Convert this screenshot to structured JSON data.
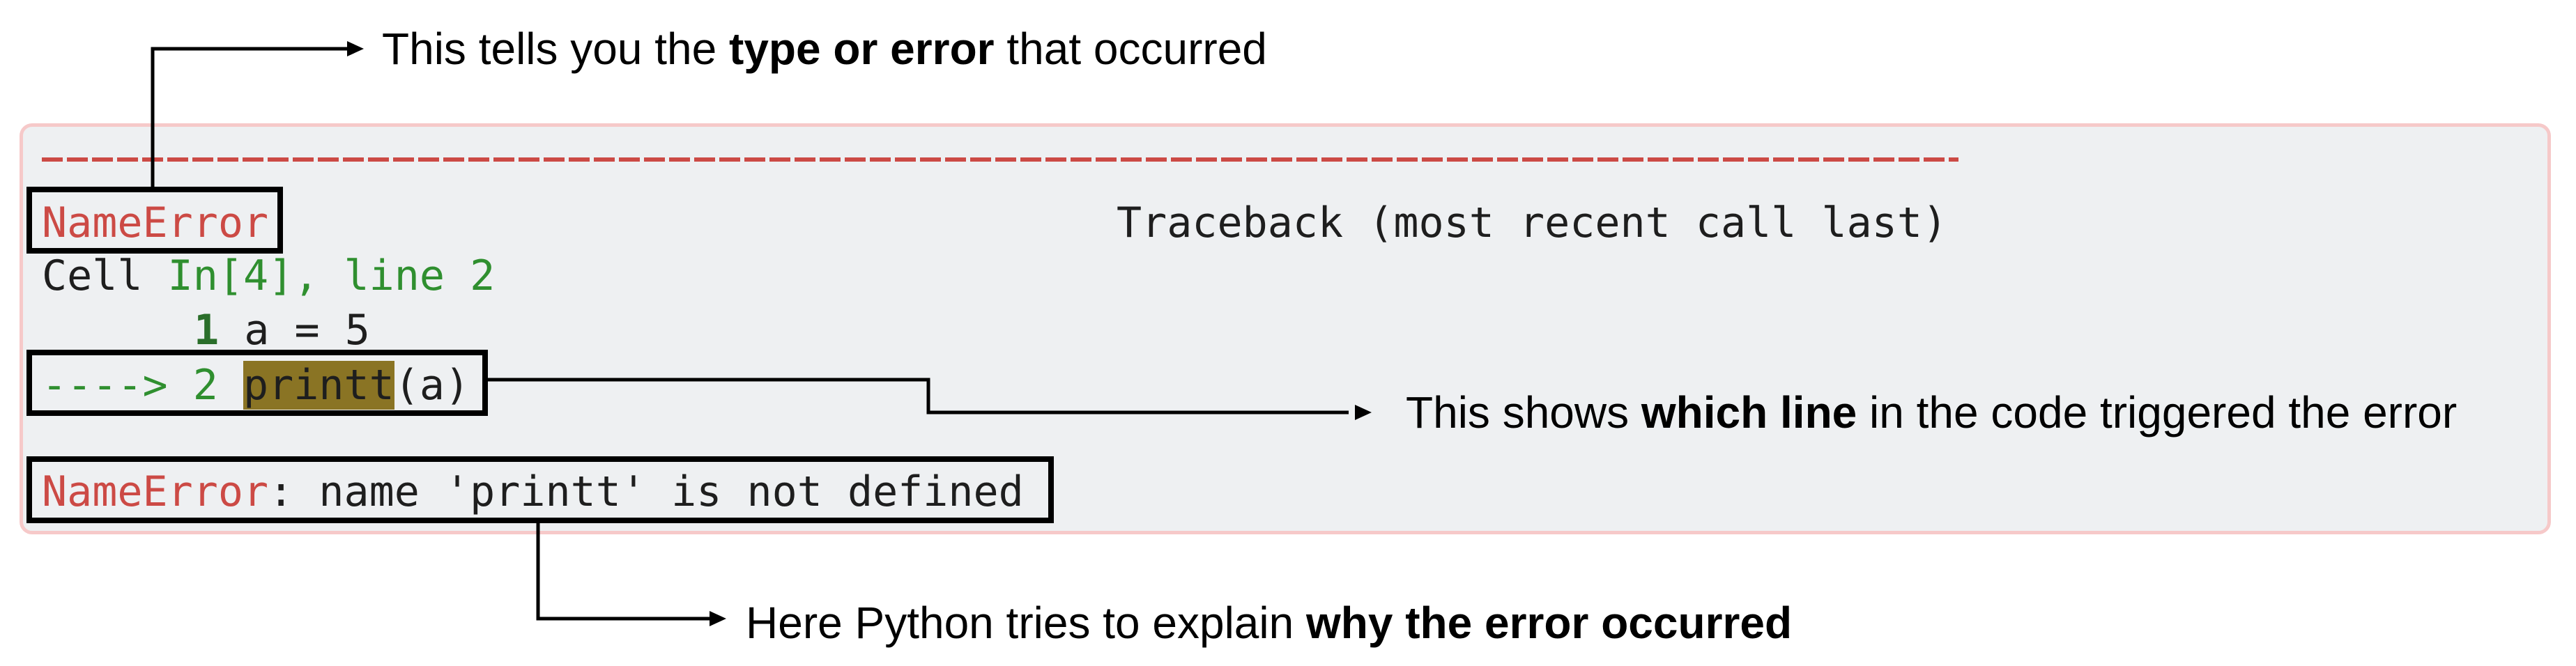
{
  "annotations": {
    "top": {
      "prefix": "This tells you the ",
      "bold": "type or error",
      "suffix": " that occurred"
    },
    "right": {
      "prefix": "This shows ",
      "bold": "which line",
      "suffix": " in the code triggered the error"
    },
    "bottom": {
      "prefix": "Here Python tries to explain ",
      "bold": "why the error occurred",
      "suffix": ""
    }
  },
  "traceback": {
    "error_name": "NameError",
    "header_right": "Traceback (most recent call last)",
    "cell_word": "Cell ",
    "cell_ref": "In[4], line 2",
    "line1_num": "1",
    "line1_code": " a = 5",
    "line2_arrow": "----> 2 ",
    "line2_func": "printt",
    "line2_args": "(a)",
    "final_error_name": "NameError",
    "final_message": ": name 'printt' is not defined"
  },
  "colors": {
    "error_red": "#cc4a45",
    "green": "#2f8f2f",
    "highlight": "#8a7424",
    "cell_bg": "#eef0f2",
    "cell_border": "#f6c9c9"
  }
}
